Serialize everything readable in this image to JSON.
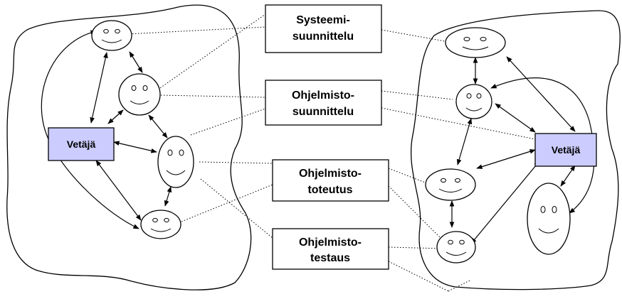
{
  "roles": {
    "systems_design": [
      "Systeemi-",
      "suunnittelu"
    ],
    "software_design": [
      "Ohjelmisto-",
      "suunnittelu"
    ],
    "implementation": [
      "Ohjelmisto-",
      "toteutus"
    ],
    "testing": [
      "Ohjelmisto-",
      "testaus"
    ]
  },
  "leaders": {
    "left": "Vetäjä",
    "right": "Vetäjä"
  },
  "colors": {
    "leader_fill": "#ccccff",
    "stroke": "#000000",
    "background": "#ffffff"
  }
}
